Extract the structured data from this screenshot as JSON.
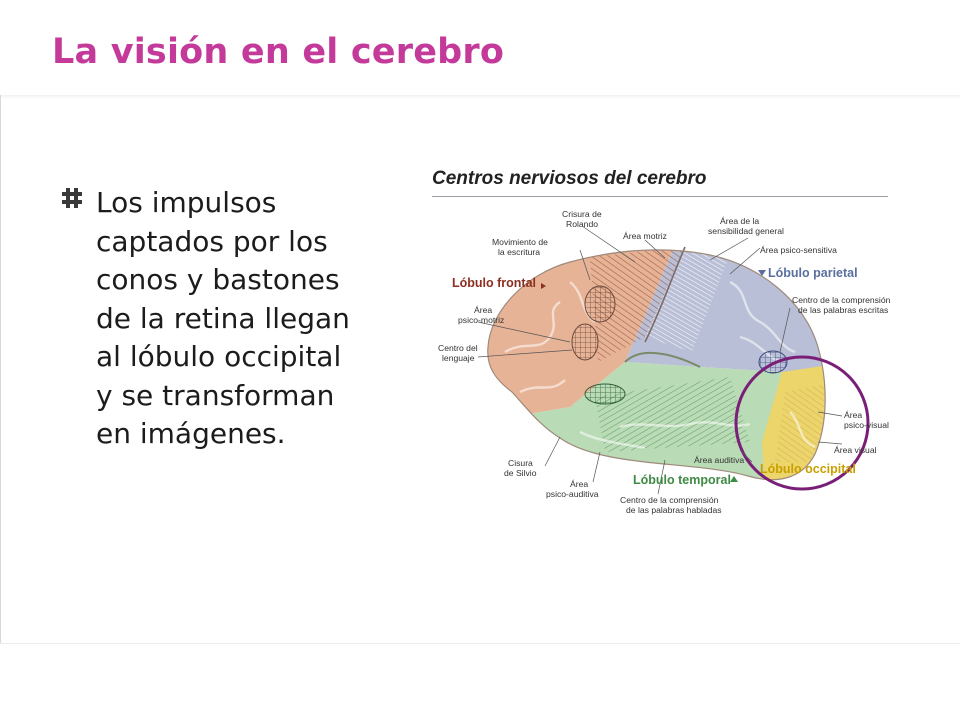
{
  "slide": {
    "title": "La visión en el cerebro",
    "bullet_icon": "hash-bullet-icon",
    "bullet_text": "Los impulsos\ncaptados por los\nconos y bastones\nde la retina llegan\nal lóbulo occipital\ny se transforman\nen imágenes."
  },
  "figure": {
    "title": "Centros nerviosos del cerebro",
    "labels": {
      "crisura_a": "Crisura de",
      "crisura_b": "Rolando",
      "area_motriz": "Área motriz",
      "sens_a": "Área de la",
      "sens_b": "sensibilidad general",
      "mov_a": "Movimiento de",
      "mov_b": "la escritura",
      "psico_sensitiva": "Área psico-sensitiva",
      "lobulo_frontal": "Lóbulo frontal",
      "lobulo_parietal": "Lóbulo parietal",
      "psicomotriz_a": "Área",
      "psicomotriz_b": "psico-motriz",
      "escritas_a": "Centro de la comprensión",
      "escritas_b": "de las palabras escritas",
      "lenguaje_a": "Centro del",
      "lenguaje_b": "lenguaje",
      "psicovisual_a": "Área",
      "psicovisual_b": "psico-visual",
      "area_visual": "Área visual",
      "area_auditiva": "Área auditiva",
      "lobulo_occipital": "Lóbulo occipital",
      "silvio_a": "Cisura",
      "silvio_b": "de Silvio",
      "lobulo_temporal": "Lóbulo temporal",
      "psicoauditiva_a": "Área",
      "psicoauditiva_b": "psico-auditiva",
      "habladas_a": "Centro de la comprensión",
      "habladas_b": "de las palabras habladas"
    },
    "colors": {
      "frontal": "#e7b396",
      "parietal": "#b9bfd6",
      "temporal": "#b9dbb5",
      "occipital": "#ecd56a",
      "highlight_circle": "#7a1f78",
      "lobe_label_frontal": "#8c2f1f",
      "lobe_label_parietal": "#5a6f9e",
      "lobe_label_temporal": "#3f8a44"
    }
  }
}
